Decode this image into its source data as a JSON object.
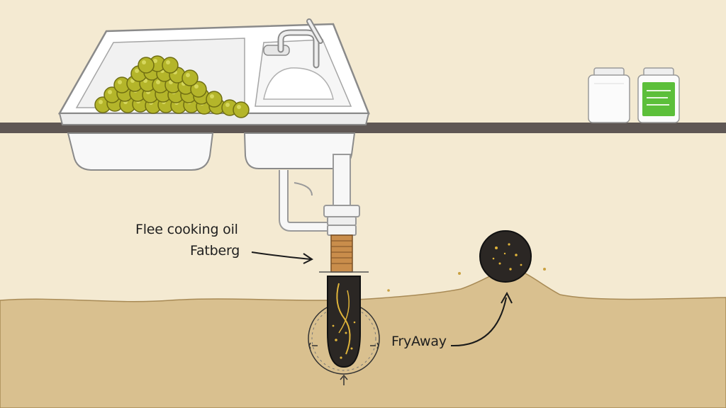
{
  "labels": {
    "oil": "Flee cooking oil",
    "fatberg": "Fatberg",
    "fryaway": "FryAway"
  },
  "colors": {
    "wall": "#f4ead2",
    "counter": "#5f5754",
    "ground": "#d9c08f",
    "oil_balls": "#b4b52a",
    "fatberg": "#2b2724",
    "jar_label": "#5cbf3a"
  }
}
